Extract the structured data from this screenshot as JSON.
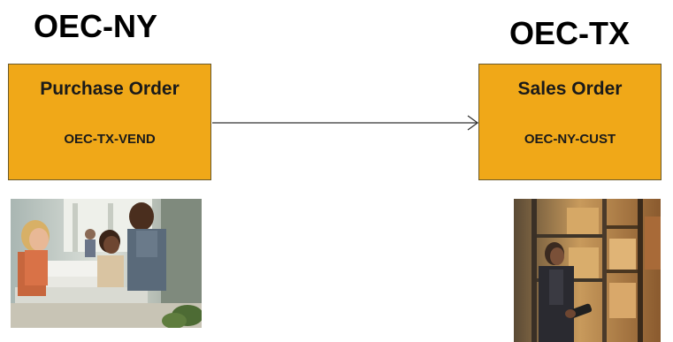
{
  "left_site": {
    "title": "OEC-NY",
    "document": "Purchase Order",
    "party": "OEC-TX-VEND",
    "photo_icon": "office-workers-photo"
  },
  "right_site": {
    "title": "OEC-TX",
    "document": "Sales Order",
    "party": "OEC-NY-CUST",
    "photo_icon": "warehouse-worker-photo"
  },
  "colors": {
    "box_fill": "#F0A818",
    "box_border": "#6b5a2a",
    "arrow": "#333333",
    "text": "#000000"
  },
  "connector": {
    "from": "purchase-order-box",
    "to": "sales-order-box",
    "style": "open-arrow"
  }
}
